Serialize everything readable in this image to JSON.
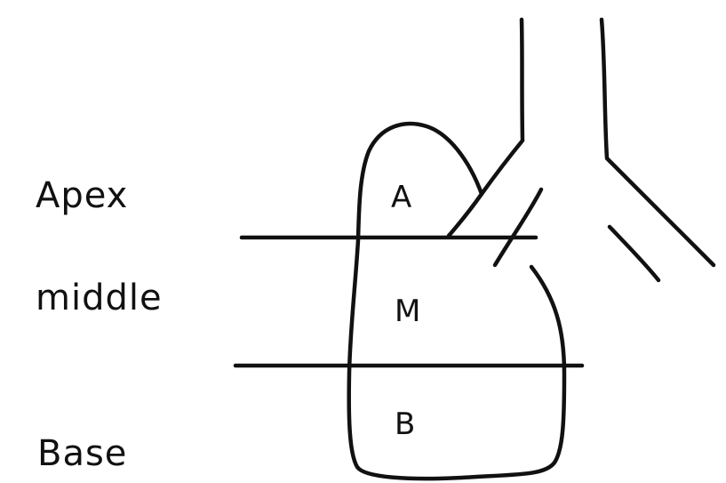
{
  "labels": {
    "apex": "Apex",
    "middle": "middle",
    "base": "Base"
  },
  "zones": {
    "apex_letter": "A",
    "middle_letter": "M",
    "base_letter": "B"
  },
  "colors": {
    "ink": "#111111",
    "background": "#ffffff"
  }
}
